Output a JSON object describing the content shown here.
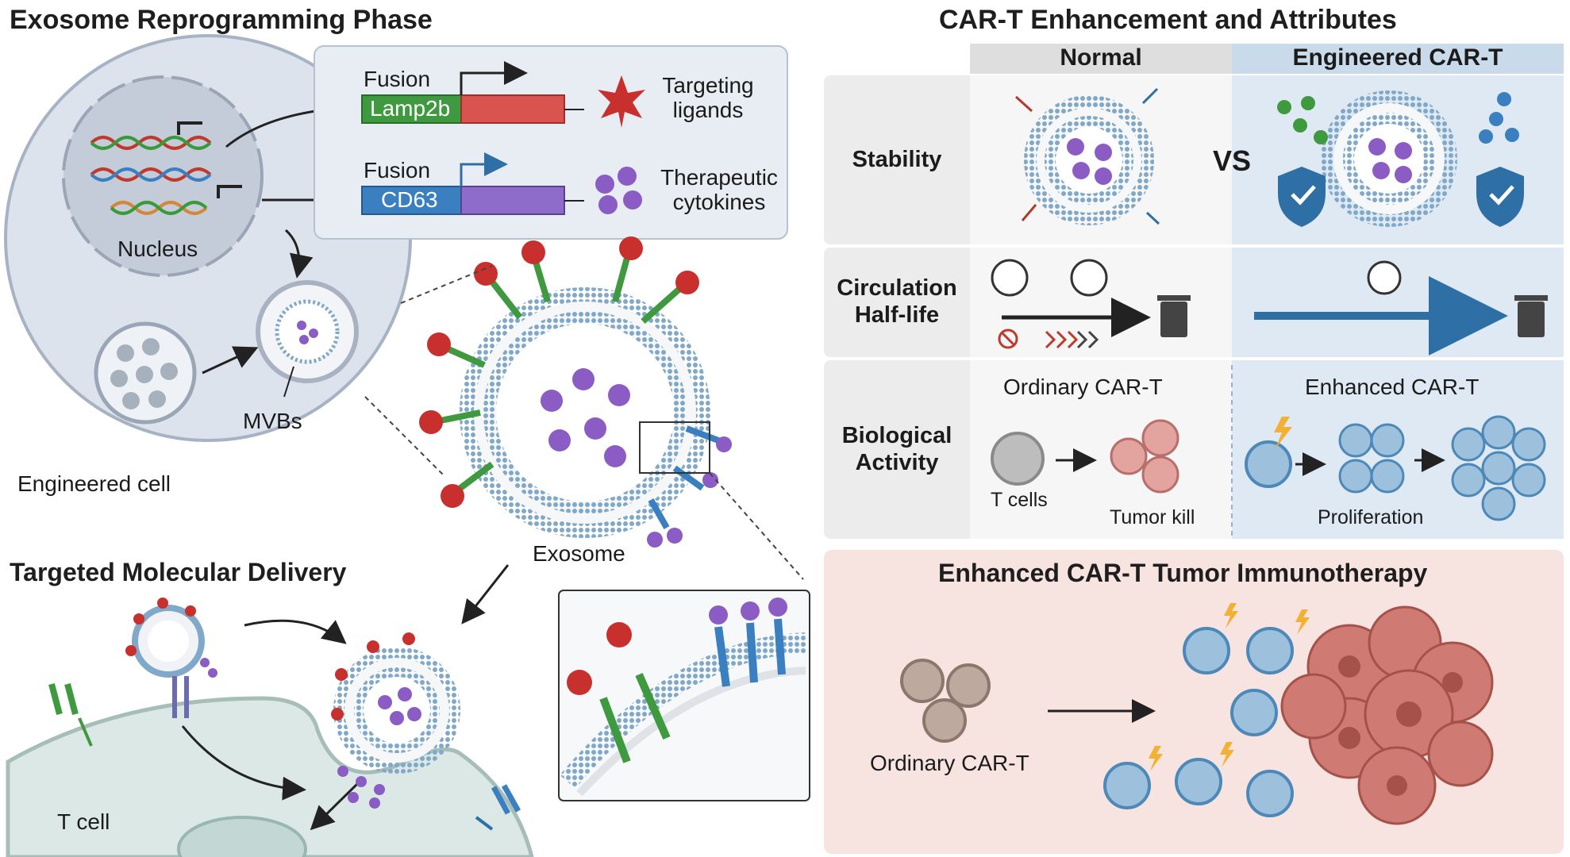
{
  "left": {
    "phase_title": "Exosome Reprogramming Phase",
    "nucleus_label": "Nucleus",
    "mvbs_label": "MVBs",
    "cell_label": "Engineered cell",
    "fusion_box": {
      "fusion_1": "Fusion",
      "gene_1": "Lamp2b",
      "fusion_2": "Fusion",
      "gene_2": "CD63",
      "product_1": "Targeting\nligands",
      "product_2": "Therapeutic\ncytokines"
    },
    "exosome_label": "Exosome",
    "delivery_title": "Targeted Molecular Delivery",
    "tcell_label": "T cell"
  },
  "right": {
    "title": "CAR-T Enhancement and Attributes",
    "col_normal": "Normal",
    "col_engineered": "Engineered CAR-T",
    "row_stability": "Stability",
    "vs_label": "VS",
    "row_circulation": "Circulation\nHalf-life",
    "row_bio": "Biological\nActivity",
    "ordinary_cart": "Ordinary CAR-T",
    "enhanced_cart": "Enhanced CAR-T",
    "t_cells": "T cells",
    "tumor_kill": "Tumor kill",
    "proliferation": "Proliferation",
    "immuno_title": "Enhanced CAR-T Tumor Immunotherapy",
    "immuno_ordinary": "Ordinary CAR-T"
  },
  "colors": {
    "lamp2b_green": "#3f9a3f",
    "cd63_blue": "#3a7fc0",
    "red_bar": "#d9534f",
    "purple_bar": "#8e6cc9",
    "ligand_red": "#c8302e",
    "cytokine_purple": "#8a5cc4",
    "table_header": "#dedede",
    "engineered_bg": "#dfe9f3",
    "rowhead_bg": "#e4e4e4",
    "immuno_bg": "#f7e4e1"
  }
}
